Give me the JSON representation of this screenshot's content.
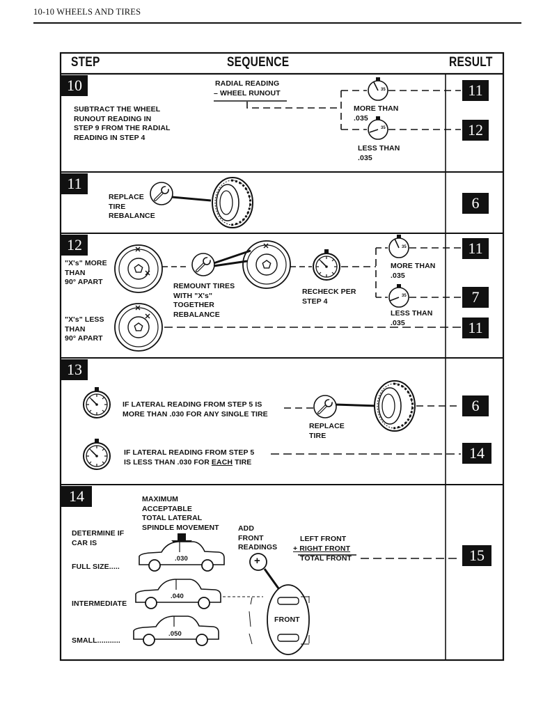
{
  "header": {
    "title": "10-10 WHEELS AND TIRES"
  },
  "columns": {
    "step": "STEP",
    "sequence": "SEQUENCE",
    "result": "RESULT"
  },
  "dial_label": "35",
  "step10": {
    "number": "10",
    "instruction": "SUBTRACT THE WHEEL\nRUNOUT READING IN\nSTEP 9 FROM THE RADIAL\nREADING IN STEP 4",
    "formula_line1": "RADIAL READING",
    "formula_line2": "– WHEEL RUNOUT",
    "more_than": "MORE THAN\n.035",
    "less_than": "LESS THAN\n.035",
    "result_more": "11",
    "result_less": "12"
  },
  "step11": {
    "number": "11",
    "instruction": "REPLACE\nTIRE\nREBALANCE",
    "result": "6"
  },
  "step12": {
    "number": "12",
    "x_more": "\"X's\" MORE\nTHAN\n90° APART",
    "x_less": "\"X's\" LESS\nTHAN\n90° APART",
    "remount": "REMOUNT TIRES\nWITH \"X's\"\nTOGETHER\nREBALANCE",
    "recheck": "RECHECK PER\nSTEP 4",
    "more_than": "MORE THAN\n.035",
    "less_than": "LESS THAN\n.035",
    "result_more": "11",
    "result_less": "7",
    "result_xless": "11"
  },
  "step13": {
    "number": "13",
    "more_text": "IF LATERAL READING FROM STEP 5 IS\nMORE THAN .030 FOR ANY SINGLE TIRE",
    "less_text_pre": "IF LATERAL READING FROM STEP 5\nIS LESS THAN .030 FOR ",
    "less_text_each": "EACH",
    "less_text_post": " TIRE",
    "replace": "REPLACE\nTIRE",
    "result_more": "6",
    "result_less": "14"
  },
  "step14": {
    "number": "14",
    "max_movement": "MAXIMUM\nACCEPTABLE\nTOTAL LATERAL\nSPINDLE MOVEMENT",
    "determine": "DETERMINE IF\nCAR IS",
    "full_size": "FULL SIZE.....",
    "intermediate": "INTERMEDIATE",
    "small": "SMALL...........",
    "full_size_value": ".030",
    "intermediate_value": ".040",
    "small_value": ".050",
    "add_readings": "ADD\nFRONT\nREADINGS",
    "left_front": "LEFT FRONT",
    "plus_right_front": "+ RIGHT FRONT",
    "total_front": "TOTAL FRONT",
    "front": "FRONT",
    "plus": "+",
    "result": "15"
  }
}
